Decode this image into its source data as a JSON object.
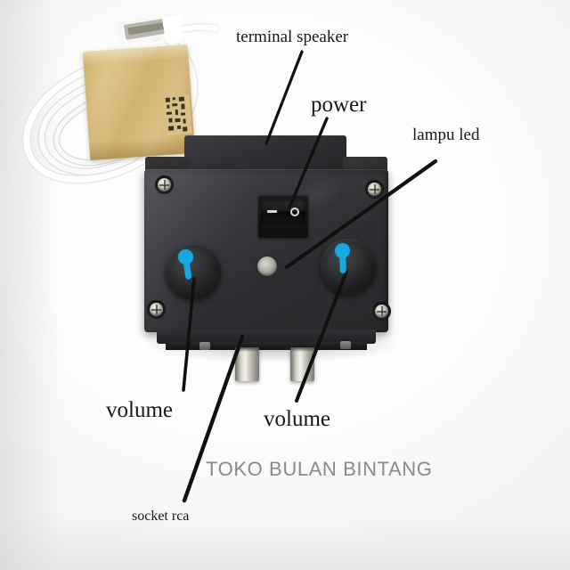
{
  "photo": {
    "subject": "black amplifier module with USB cable",
    "background_color": "#fefefe"
  },
  "annotations": [
    {
      "id": "terminal-speaker",
      "label": "terminal speaker",
      "points_to": "top terminal block"
    },
    {
      "id": "power",
      "label": "power",
      "points_to": "rocker switch"
    },
    {
      "id": "lampu-led",
      "label": "lampu led",
      "points_to": "indicator led"
    },
    {
      "id": "volume-left",
      "label": "volume",
      "points_to": "left knob"
    },
    {
      "id": "volume-right",
      "label": "volume",
      "points_to": "right knob"
    },
    {
      "id": "socket-rca",
      "label": "socket rca",
      "points_to": "rca jacks"
    }
  ],
  "labels": {
    "terminal_speaker": "terminal speaker",
    "power": "power",
    "lampu_led": "lampu led",
    "volume_left": "volume",
    "volume_right": "volume",
    "socket_rca": "socket rca"
  },
  "watermark": {
    "text": "TOKO BULAN BINTANG",
    "color": "#8a8a8c"
  },
  "device": {
    "body_color": "#2d2f32",
    "switch": {
      "name": "power-rocker-switch",
      "on_mark": "—",
      "off_mark": "○"
    },
    "led": {
      "name": "indicator-led",
      "color": "#b9b8b0"
    },
    "knobs": [
      {
        "name": "volume-knob-left",
        "pointer_color": "#17a9e0"
      },
      {
        "name": "volume-knob-right",
        "pointer_color": "#17a9e0"
      }
    ],
    "screws": 4,
    "rca_sockets": 2
  },
  "cable": {
    "name": "usb-cable",
    "color": "#ffffff",
    "band_color": "#d4b772",
    "has_qr_sticker": true
  }
}
